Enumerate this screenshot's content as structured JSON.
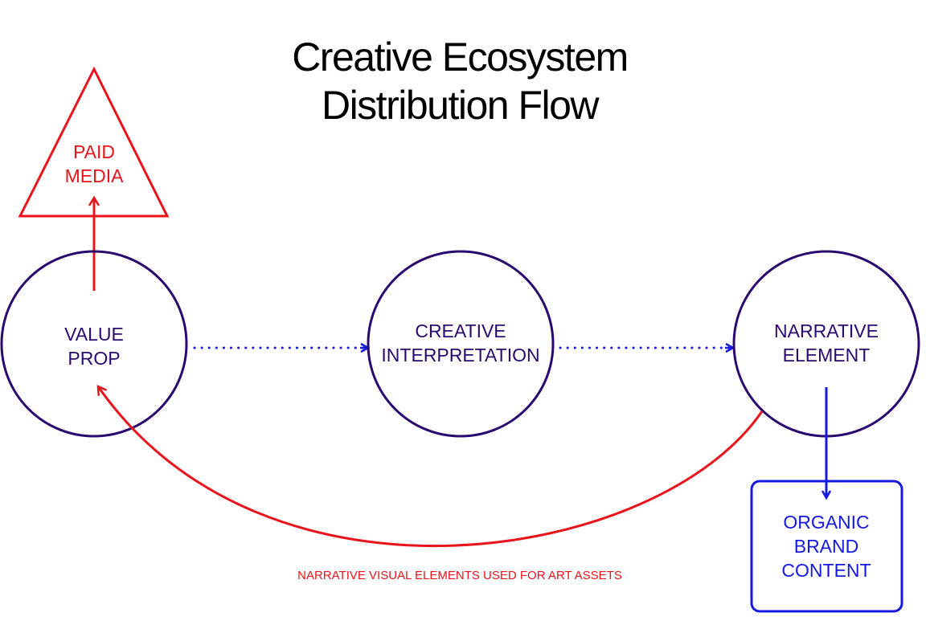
{
  "title": {
    "line1": "Creative Ecosystem",
    "line2": "Distribution Flow"
  },
  "colors": {
    "node_stroke": "#2a0a6e",
    "node_text": "#2a0a6e",
    "paid": "#e8141c",
    "organic": "#1418e0",
    "flow": "#1418e0",
    "feedback": "#e8141c"
  },
  "nodes": {
    "value_prop": {
      "shape": "circle",
      "line1": "VALUE",
      "line2": "PROP"
    },
    "creative_interpretation": {
      "shape": "circle",
      "line1": "CREATIVE",
      "line2": "INTERPRETATION"
    },
    "narrative_element": {
      "shape": "circle",
      "line1": "NARRATIVE",
      "line2": "ELEMENT"
    },
    "paid_media": {
      "shape": "triangle",
      "line1": "PAID",
      "line2": "MEDIA"
    },
    "organic_brand_content": {
      "shape": "rounded-rectangle",
      "line1": "ORGANIC",
      "line2": "BRAND",
      "line3": "CONTENT"
    }
  },
  "edges": [
    {
      "from": "value_prop",
      "to": "creative_interpretation",
      "style": "dotted",
      "color": "blue"
    },
    {
      "from": "creative_interpretation",
      "to": "narrative_element",
      "style": "dotted",
      "color": "blue"
    },
    {
      "from": "value_prop",
      "to": "paid_media",
      "style": "solid",
      "color": "red"
    },
    {
      "from": "narrative_element",
      "to": "organic_brand_content",
      "style": "solid",
      "color": "blue"
    },
    {
      "from": "narrative_element",
      "to": "value_prop",
      "style": "solid-curve",
      "color": "red",
      "label": "NARRATIVE VISUAL ELEMENTS USED FOR ART ASSETS"
    }
  ]
}
